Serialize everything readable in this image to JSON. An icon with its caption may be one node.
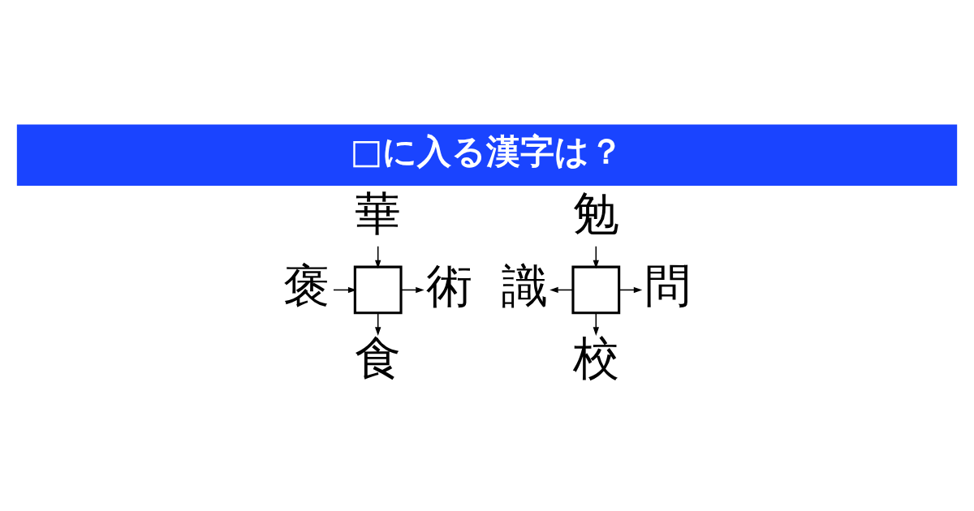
{
  "diagram": {
    "title": "□に入る漢字は？",
    "nodes": [
      {
        "text": [
          "華"
        ]
      },
      {
        "text": [
          "褒"
        ]
      },
      {
        "text": [],
        "shape": "box"
      },
      {
        "text": [
          "術"
        ]
      },
      {
        "text": [
          "食"
        ]
      },
      {
        "text": [
          "勉"
        ]
      },
      {
        "text": [
          "識"
        ]
      },
      {
        "text": [],
        "shape": "box"
      },
      {
        "text": [
          "問"
        ]
      },
      {
        "text": [
          "校"
        ]
      }
    ],
    "edges": [
      {
        "from": 0,
        "to": 2,
        "arrow": "to"
      },
      {
        "from": 1,
        "to": 2,
        "arrow": "to"
      },
      {
        "from": 2,
        "to": 3,
        "arrow": "to"
      },
      {
        "from": 2,
        "to": 4,
        "arrow": "to"
      },
      {
        "from": 5,
        "to": 7,
        "arrow": "to"
      },
      {
        "from": 7,
        "to": 6,
        "arrow": "to"
      },
      {
        "from": 7,
        "to": 8,
        "arrow": "to"
      },
      {
        "from": 7,
        "to": 9,
        "arrow": "to"
      }
    ]
  }
}
